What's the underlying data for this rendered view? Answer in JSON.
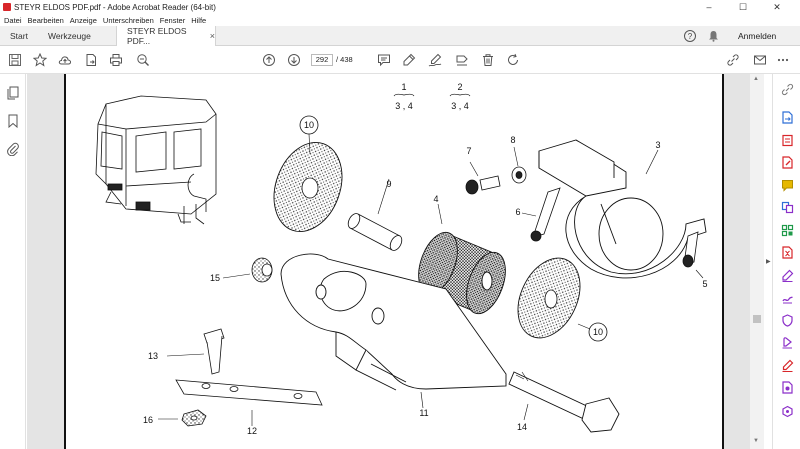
{
  "window": {
    "title": "STEYR ELDOS PDF.pdf - Adobe Acrobat Reader (64-bit)",
    "controls": [
      "–",
      "☐",
      "✕"
    ]
  },
  "menu": [
    "Datei",
    "Bearbeiten",
    "Anzeige",
    "Unterschreiben",
    "Fenster",
    "Hilfe"
  ],
  "tabs": {
    "start": "Start",
    "tools": "Werkzeuge",
    "document": "STEYR ELDOS PDF...",
    "close": "×"
  },
  "header": {
    "help": "?",
    "signin": "Anmelden"
  },
  "toolbar": {
    "page_current": "292",
    "page_total": "/ 438"
  },
  "document": {
    "group_labels": [
      {
        "top": "1",
        "bottom": "3 , 4"
      },
      {
        "top": "2",
        "bottom": "3 , 4"
      }
    ],
    "callouts": [
      "10",
      "9",
      "4",
      "7",
      "8",
      "3",
      "6",
      "5",
      "10",
      "15",
      "13",
      "11",
      "16",
      "12",
      "14"
    ]
  },
  "colors": {
    "tab_bar": "#f0f0f0",
    "doc_background": "#e4e4e4",
    "accent_red": "#d8262a",
    "accent_purple": "#8b2fc9",
    "accent_blue": "#2f6fd6",
    "accent_green": "#1f9a4a",
    "accent_yellow": "#e6b800"
  },
  "right_tools": [
    "export-pdf-icon",
    "create-pdf-icon",
    "edit-pdf-icon",
    "comment-icon",
    "combine-files-icon",
    "organize-pages-icon",
    "fill-sign-icon",
    "send-for-signature-icon",
    "protect-icon",
    "compress-icon",
    "more-tools-icon"
  ]
}
